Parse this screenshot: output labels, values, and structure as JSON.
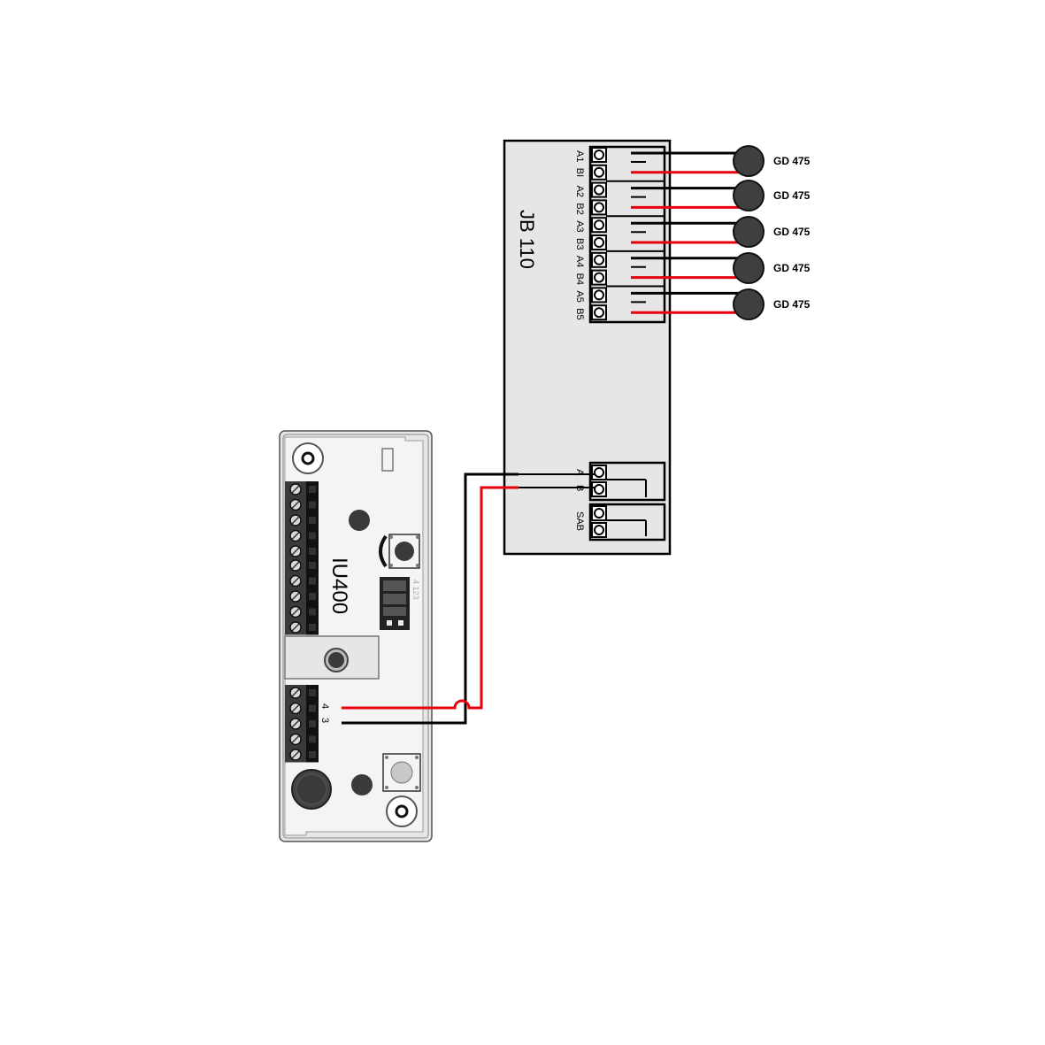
{
  "junction_box": {
    "name": "JB 110",
    "terminal_labels": [
      "A1",
      "BI",
      "A2",
      "B2",
      "A3",
      "B3",
      "A4",
      "B4",
      "A5",
      "B5"
    ],
    "bus_labels": [
      "A",
      "B"
    ],
    "sab_label": "SAB"
  },
  "sensors": [
    {
      "label": "GD 475"
    },
    {
      "label": "GD 475"
    },
    {
      "label": "GD 475"
    },
    {
      "label": "GD 475"
    },
    {
      "label": "GD 475"
    }
  ],
  "controller": {
    "name": "IU400",
    "wire_terminals": [
      "4",
      "3"
    ],
    "dip_switch_labels": "4 123"
  },
  "colors": {
    "wire_a": "#000000",
    "wire_b": "#e8000b",
    "enclosure_fill": "#e6e6e6",
    "terminal_block": "#3a3a3a",
    "sensor_fill": "#3f3f3f"
  }
}
